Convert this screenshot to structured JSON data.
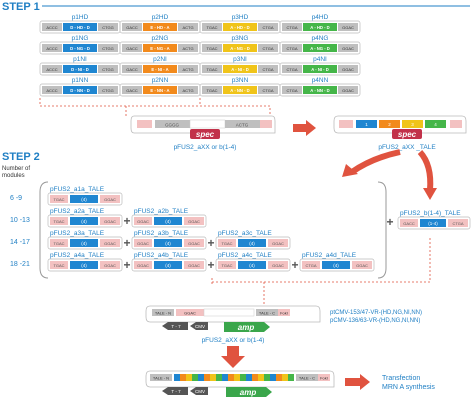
{
  "step1": {
    "label": "STEP 1",
    "modules": [
      {
        "name": "p1HD",
        "left": "ACCC",
        "mid": "D - HD - D",
        "right": "CTGG",
        "color": "#1f86d1"
      },
      {
        "name": "p2HD",
        "left": "GACC",
        "mid": "E - HD - A",
        "right": "ACTG",
        "color": "#f28a1c"
      },
      {
        "name": "p3HD",
        "left": "TGAC",
        "mid": "A - HD - D",
        "right": "CTGA",
        "color": "#f0c419"
      },
      {
        "name": "p4HD",
        "left": "CTGA",
        "mid": "A - HD - D",
        "right": "GGAC",
        "color": "#45b649"
      },
      {
        "name": "p1NG",
        "left": "ACCC",
        "mid": "D - NG - D",
        "right": "CTGG",
        "color": "#1f86d1"
      },
      {
        "name": "p2NG",
        "left": "GACC",
        "mid": "E - NG - A",
        "right": "ACTG",
        "color": "#f28a1c"
      },
      {
        "name": "p3NG",
        "left": "TGAC",
        "mid": "A - NG - D",
        "right": "CTGA",
        "color": "#f0c419"
      },
      {
        "name": "p4NG",
        "left": "CTGA",
        "mid": "A - NG - D",
        "right": "GGAC",
        "color": "#45b649"
      },
      {
        "name": "p1NI",
        "left": "ACCC",
        "mid": "D - NI - D",
        "right": "CTGG",
        "color": "#1f86d1"
      },
      {
        "name": "p2NI",
        "left": "GACC",
        "mid": "E - NI - A",
        "right": "ACTG",
        "color": "#f28a1c"
      },
      {
        "name": "p3NI",
        "left": "TGAC",
        "mid": "A - NI - D",
        "right": "CTGA",
        "color": "#f0c419"
      },
      {
        "name": "p4NI",
        "left": "CTGA",
        "mid": "A - NI - D",
        "right": "GGAC",
        "color": "#45b649"
      },
      {
        "name": "p1NN",
        "left": "ACCC",
        "mid": "D - NN - D",
        "right": "CTGG",
        "color": "#1f86d1"
      },
      {
        "name": "p2NN",
        "left": "GACC",
        "mid": "E - NN - A",
        "right": "ACTG",
        "color": "#f28a1c"
      },
      {
        "name": "p3NN",
        "left": "TGAC",
        "mid": "A - NN - D",
        "right": "CTGA",
        "color": "#f0c419"
      },
      {
        "name": "p4NN",
        "left": "CTGA",
        "mid": "A - NN - D",
        "right": "GGAC",
        "color": "#45b649"
      }
    ],
    "vector_left": {
      "seg_a": "GGGG",
      "seg_b": "ACTG",
      "spec": "spec",
      "caption": "pFUS2_aXX or b(1-4)"
    },
    "vector_right": {
      "cells": [
        "1",
        "2",
        "3",
        "4"
      ],
      "spec": "spec",
      "caption": "pFUS2_aXX _TALE"
    }
  },
  "step2": {
    "label": "STEP 2",
    "sublabel": [
      "Number of",
      "modules"
    ],
    "rows": [
      {
        "range": "6 -9"
      },
      {
        "range": "10 -13"
      },
      {
        "range": "14 -17"
      },
      {
        "range": "18 -21"
      }
    ],
    "constructs": {
      "a1a": {
        "name": "pFUS2_a1a_TALE",
        "left": "TGAC",
        "right": "GGAC"
      },
      "a2a": {
        "name": "pFUS2_a2a_TALE",
        "left": "TGAC",
        "right": "GGAC"
      },
      "a2b": {
        "name": "pFUS2_a2b_TALE",
        "left": "GGAC",
        "right": "GGAC"
      },
      "a3a": {
        "name": "pFUS2_a3a_TALE",
        "left": "TGAC",
        "right": "GGAC"
      },
      "a3b": {
        "name": "pFUS2_a3b_TALE",
        "left": "GGAC",
        "right": "GGAC"
      },
      "a3c": {
        "name": "pFUS2_a3c_TALE",
        "left": "TGAC",
        "right": "GGAC"
      },
      "a4a": {
        "name": "pFUS2_a4a_TALE",
        "left": "TGAC",
        "right": "GGAC"
      },
      "a4b": {
        "name": "pFUS2_a4b_TALE",
        "left": "GGAC",
        "right": "GGAC"
      },
      "a4c": {
        "name": "pFUS2_a4c_TALE",
        "left": "TGAC",
        "right": "GGAC"
      },
      "a4d": {
        "name": "pFUS2_a4d_TALE",
        "left": "CTGA",
        "right": "GGAC"
      },
      "b14": {
        "name": "pFUS2_b(1-4)_TALE",
        "left": "GACC",
        "right": "CTGA",
        "cell": "(1-4)"
      }
    },
    "cell_label": "(4)"
  },
  "step3": {
    "backbone_left": "TALE - N",
    "backbone_left2": "GGAC",
    "backbone_right": "TALE - C",
    "backbone_right2": "FokI",
    "t7": "T - 7",
    "cmv": "CMV",
    "amp": "amp",
    "plasmids": [
      "ptCMV-153/47-VR-(HD,NG,NI,NN)",
      "pCMV-136/63-VR-(HD,NG,NI,NN)"
    ],
    "caption": "pFUS2_aXX or b(1-4)",
    "final_left": "TALE - N",
    "final_right": "TALE - C",
    "final_right2": "FokI",
    "result": [
      "Transfection",
      "MRN A synthesis"
    ]
  }
}
